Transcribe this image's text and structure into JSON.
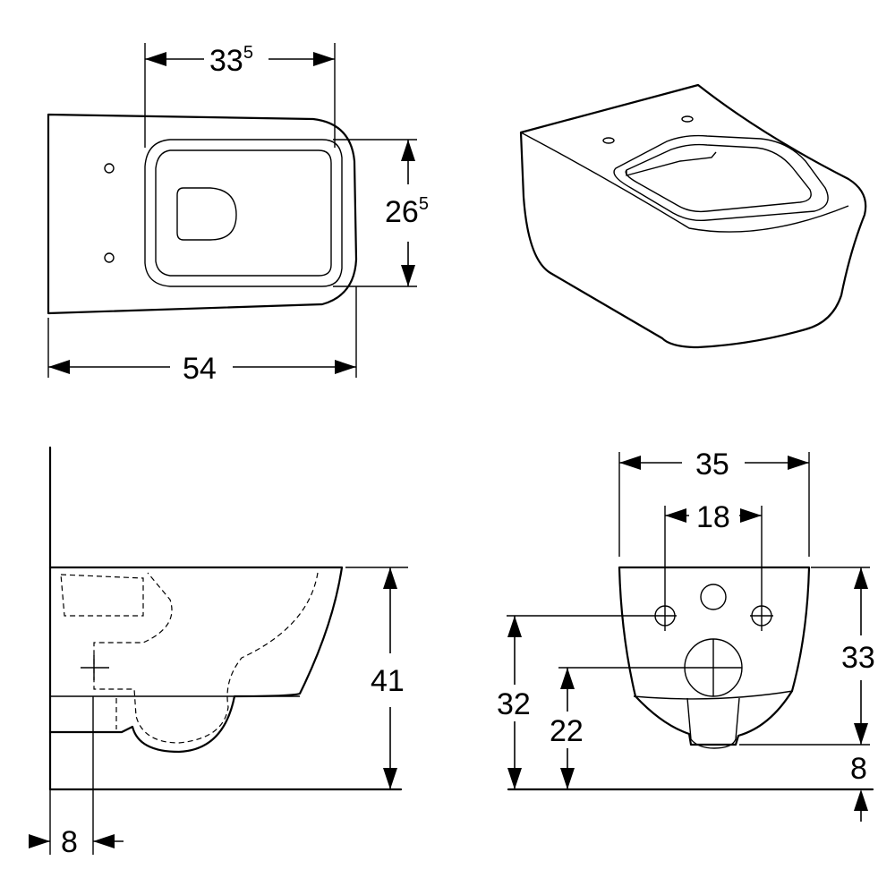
{
  "dimensions": {
    "top_seat_width": {
      "main": "33",
      "sup": "5"
    },
    "top_seat_depth": {
      "main": "26",
      "sup": "5"
    },
    "overall_length": "54",
    "side_height": "41",
    "side_offset": "8",
    "front_width": "35",
    "fixing_spacing": "18",
    "front_height": "33",
    "fixing_height": "32",
    "outlet_height": "22",
    "front_bottom_gap": "8"
  }
}
